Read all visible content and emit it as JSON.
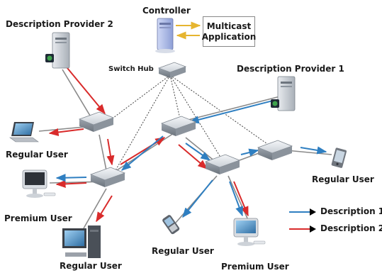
{
  "labels": {
    "controller": "Controller",
    "multicast_app": "Multicast\nApplication",
    "switch_hub": "Switch Hub",
    "desc_provider_1": "Description Provider 1",
    "desc_provider_2": "Description Provider 2",
    "regular_user_left": "Regular User",
    "premium_user_left": "Premium User",
    "regular_user_bottom_left": "Regular User",
    "regular_user_bottom_mid": "Regular User",
    "premium_user_bottom": "Premium User",
    "regular_user_right": "Regular User"
  },
  "legend": [
    {
      "label": "Description 1",
      "color": "#2f7fc1"
    },
    {
      "label": "Description 2",
      "color": "#d92b2b"
    }
  ],
  "colors": {
    "description_1": "#2f7fc1",
    "description_2": "#d92b2b",
    "link": "#8a8a8a",
    "control_link": "#444444",
    "control_arrow": "#e6b530"
  },
  "icons": {
    "server": "server-icon",
    "switch": "switch-icon",
    "laptop": "laptop-icon",
    "imac": "imac-icon",
    "desktop": "desktop-pc-icon",
    "phone": "phone-icon",
    "pda": "pda-icon"
  }
}
